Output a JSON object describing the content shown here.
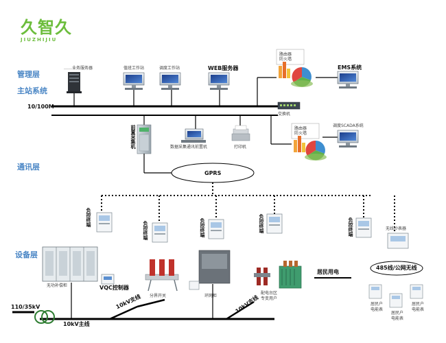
{
  "brand": {
    "name": "久智久",
    "sub": "JIUZHIJIU",
    "color": "#6cbd3c"
  },
  "layers": {
    "management": "管理层",
    "master": "主站系统",
    "network_speed": "10/100M",
    "comm": "通讯层",
    "device": "设备层"
  },
  "management": {
    "server1": "……业务服务器",
    "ws1": "值班工作站",
    "ws2": "调度工作站",
    "web": "WEB服务器",
    "fw_top": "路由器\n防火墙",
    "ems": "EMS系统"
  },
  "master": {
    "switch": "交换机",
    "collector": "前置采集机",
    "data_pc": "数据采集通讯前置机",
    "printer": "打印机",
    "fw_mid": "路由器\n防火墙",
    "scada": "调度SCADA系统"
  },
  "comm": {
    "gprs": "GPRS"
  },
  "device": {
    "term1": "负控终端",
    "term2": "负控终端",
    "term3": "负控终端",
    "term4": "负控终端",
    "term5": "负控终端",
    "cap_cabinet": "无功补偿柜",
    "vqc": "VQC控制器",
    "breaker": "分界开关",
    "box": "环网柜",
    "transformer": "配电台区\n专变用户",
    "concentrator": "无线抄表器",
    "resident": "居民用电",
    "rs485": "485线/公网无线",
    "meter1": "居民户\n电能表",
    "meter2": "居民户\n电能表",
    "meter3": "居民户\n电能表",
    "v110": "110/35kV",
    "bus10": "10kV主线",
    "line1": "10kV支线",
    "line2": "10kV支线"
  },
  "colors": {
    "layer_text": "#4a86c5",
    "bus": "#000000",
    "brand": "#6cbd3c"
  }
}
